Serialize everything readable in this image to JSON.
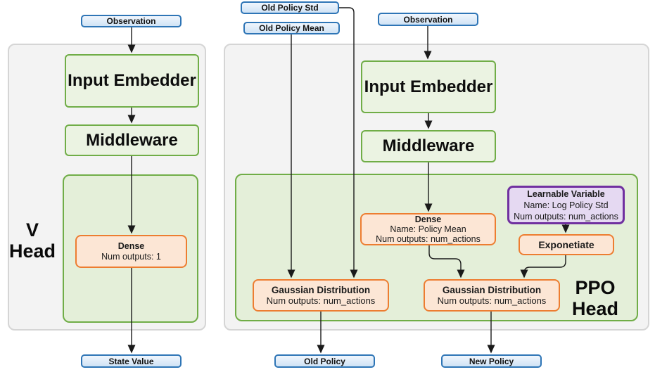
{
  "diagram": {
    "v_head": {
      "observation": "Observation",
      "input_embedder": "Input Embedder",
      "middleware": "Middleware",
      "dense": {
        "title": "Dense",
        "outputs": "Num outputs: 1"
      },
      "label": {
        "line1": "V",
        "line2": "Head"
      },
      "output": "State Value"
    },
    "ppo_head": {
      "old_policy_std": "Old Policy Std",
      "old_policy_mean": "Old Policy Mean",
      "observation": "Observation",
      "input_embedder": "Input Embedder",
      "middleware": "Middleware",
      "policy_mean_dense": {
        "title": "Dense",
        "name": "Name: Policy Mean",
        "outputs": "Num outputs: num_actions"
      },
      "learnable_variable": {
        "title": "Learnable Variable",
        "name": "Name: Log Policy Std",
        "outputs": "Num outputs: num_actions"
      },
      "exponetiate": "Exponetiate",
      "old_policy_gaussian": {
        "title": "Gaussian Distribution",
        "outputs": "Num outputs: num_actions"
      },
      "new_policy_gaussian": {
        "title": "Gaussian Distribution",
        "outputs": "Num outputs: num_actions"
      },
      "label": {
        "line1": "PPO",
        "line2": "Head"
      },
      "output_old": "Old Policy",
      "output_new": "New Policy"
    },
    "colors": {
      "blue_border": "#2e75b6",
      "blue_fill": "#d9e8f7",
      "green_border": "#70ad47",
      "green_fill": "#ebf3e2",
      "green_panel_fill": "#e4efd9",
      "panel_fill": "#f3f3f3",
      "panel_border": "#d5d5d5",
      "orange_border": "#ed7d31",
      "orange_fill": "#fce6d5",
      "purple_border": "#7030a0",
      "purple_fill": "#e5d9f2",
      "arrow": "#1a1a1a"
    }
  }
}
